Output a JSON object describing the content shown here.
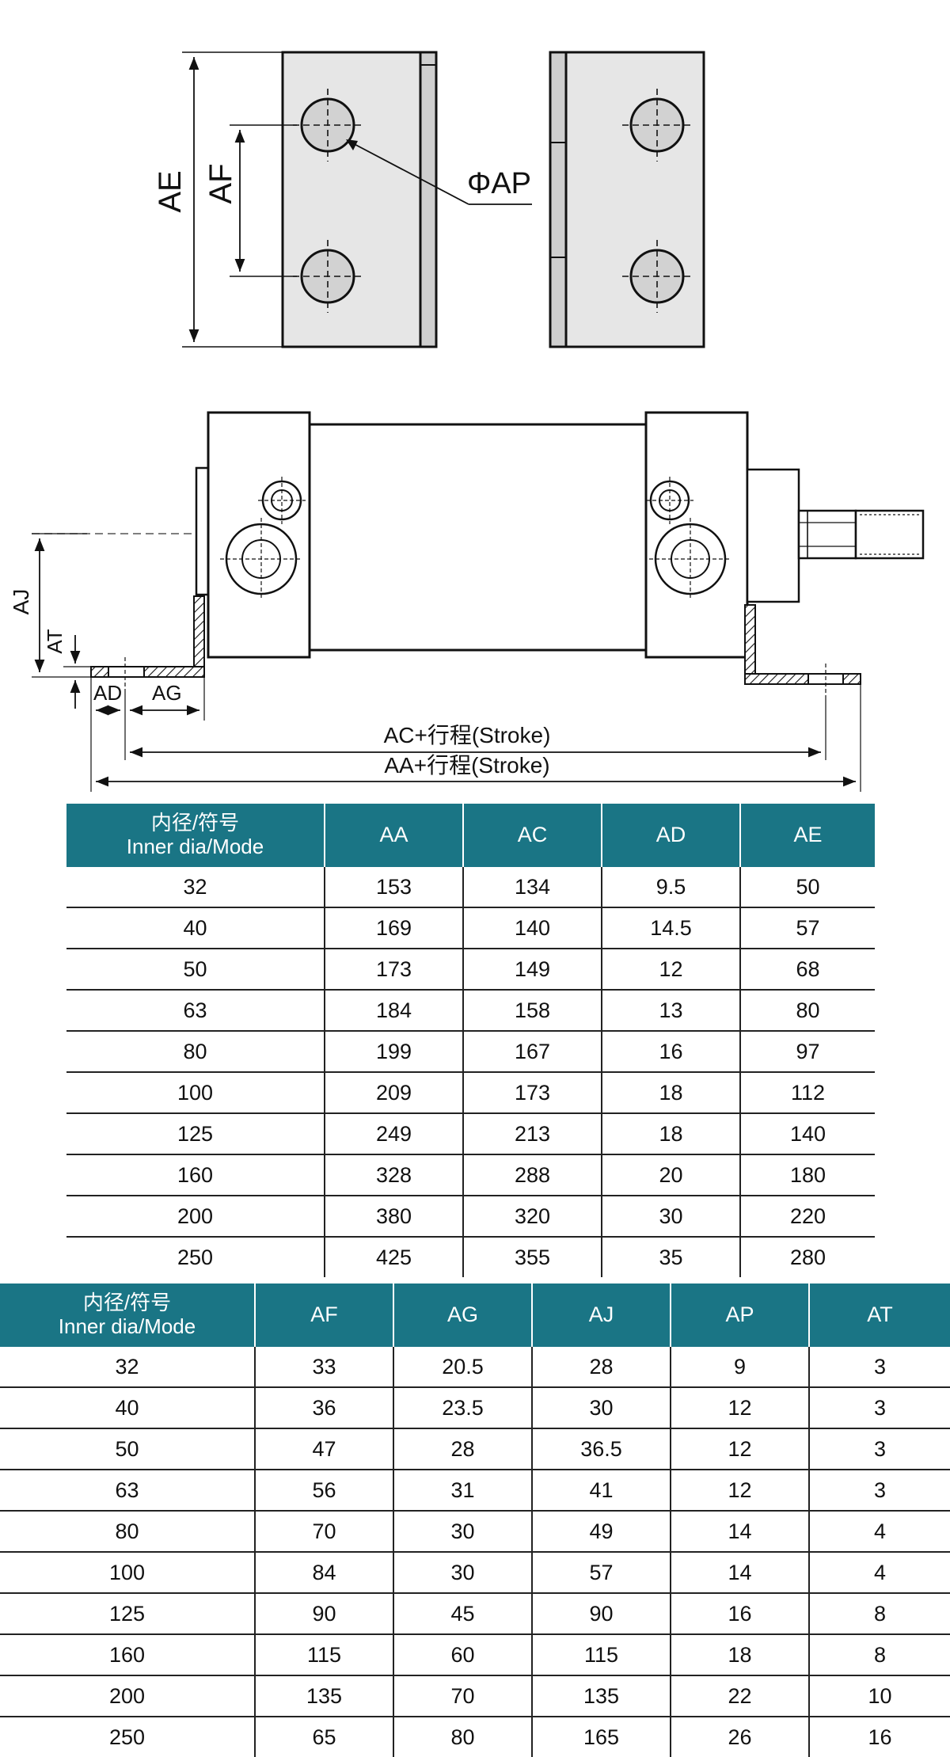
{
  "dimension_labels": {
    "AE": "AE",
    "AF": "AF",
    "AP": "ΦAP",
    "AJ": "AJ",
    "AT": "AT",
    "AD": "AD",
    "AG": "AG",
    "AC_stroke": "AC+行程(Stroke)",
    "AA_stroke": "AA+行程(Stroke)"
  },
  "table1": {
    "header_cn": "内径/符号",
    "header_en": "Inner dia/Mode",
    "columns": [
      "AA",
      "AC",
      "AD",
      "AE"
    ],
    "rows": [
      [
        "32",
        "153",
        "134",
        "9.5",
        "50"
      ],
      [
        "40",
        "169",
        "140",
        "14.5",
        "57"
      ],
      [
        "50",
        "173",
        "149",
        "12",
        "68"
      ],
      [
        "63",
        "184",
        "158",
        "13",
        "80"
      ],
      [
        "80",
        "199",
        "167",
        "16",
        "97"
      ],
      [
        "100",
        "209",
        "173",
        "18",
        "112"
      ],
      [
        "125",
        "249",
        "213",
        "18",
        "140"
      ],
      [
        "160",
        "328",
        "288",
        "20",
        "180"
      ],
      [
        "200",
        "380",
        "320",
        "30",
        "220"
      ],
      [
        "250",
        "425",
        "355",
        "35",
        "280"
      ]
    ]
  },
  "table2": {
    "header_cn": "内径/符号",
    "header_en": "Inner dia/Mode",
    "columns": [
      "AF",
      "AG",
      "AJ",
      "AP",
      "AT"
    ],
    "rows": [
      [
        "32",
        "33",
        "20.5",
        "28",
        "9",
        "3"
      ],
      [
        "40",
        "36",
        "23.5",
        "30",
        "12",
        "3"
      ],
      [
        "50",
        "47",
        "28",
        "36.5",
        "12",
        "3"
      ],
      [
        "63",
        "56",
        "31",
        "41",
        "12",
        "3"
      ],
      [
        "80",
        "70",
        "30",
        "49",
        "14",
        "4"
      ],
      [
        "100",
        "84",
        "30",
        "57",
        "14",
        "4"
      ],
      [
        "125",
        "90",
        "45",
        "90",
        "16",
        "8"
      ],
      [
        "160",
        "115",
        "60",
        "115",
        "18",
        "8"
      ],
      [
        "200",
        "135",
        "70",
        "135",
        "22",
        "10"
      ],
      [
        "250",
        "65",
        "80",
        "165",
        "26",
        "16"
      ]
    ]
  },
  "colors": {
    "header_bg": "#1a7585",
    "part_fill": "#e6e6e6",
    "hole_fill": "#d2d2d2"
  }
}
